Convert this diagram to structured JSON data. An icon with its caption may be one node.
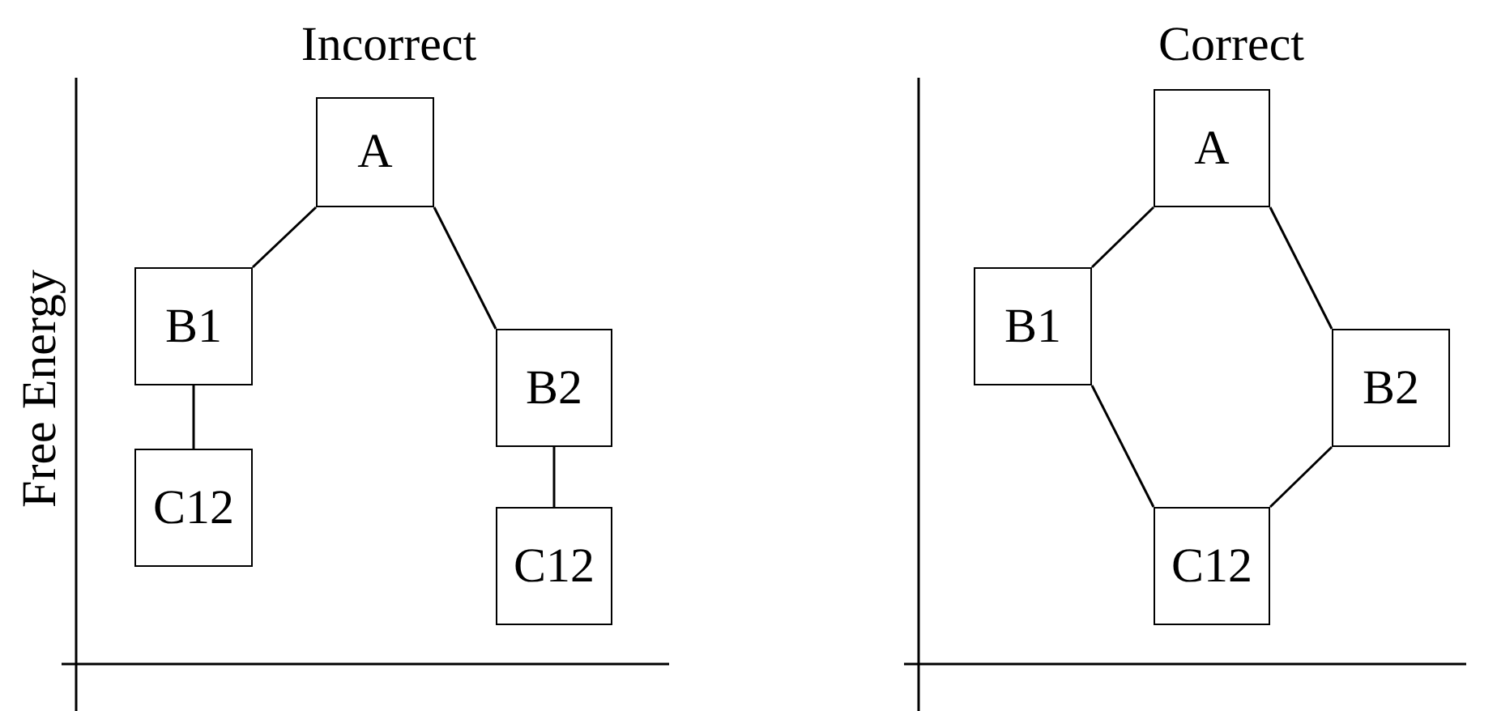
{
  "diagram": {
    "nodes": [
      {
        "text": [
          "A"
        ]
      },
      {
        "text": [
          "B1"
        ]
      },
      {
        "text": [
          "C12"
        ]
      },
      {
        "text": [
          "B2"
        ]
      },
      {
        "text": [
          "C12"
        ]
      },
      {
        "text": [
          "A"
        ]
      },
      {
        "text": [
          "B1"
        ]
      },
      {
        "text": [
          "B2"
        ]
      },
      {
        "text": [
          "C12"
        ]
      }
    ],
    "edges": [
      {
        "from": 0,
        "to": 1,
        "arrow": "none"
      },
      {
        "from": 0,
        "to": 3,
        "arrow": "none"
      },
      {
        "from": 1,
        "to": 2,
        "arrow": "none"
      },
      {
        "from": 3,
        "to": 4,
        "arrow": "none"
      },
      {
        "from": 5,
        "to": 6,
        "arrow": "none"
      },
      {
        "from": 5,
        "to": 7,
        "arrow": "none"
      },
      {
        "from": 6,
        "to": 8,
        "arrow": "none"
      },
      {
        "from": 7,
        "to": 8,
        "arrow": "none"
      }
    ],
    "labels": [
      "Incorrect",
      "Correct",
      "Free Energy"
    ]
  }
}
